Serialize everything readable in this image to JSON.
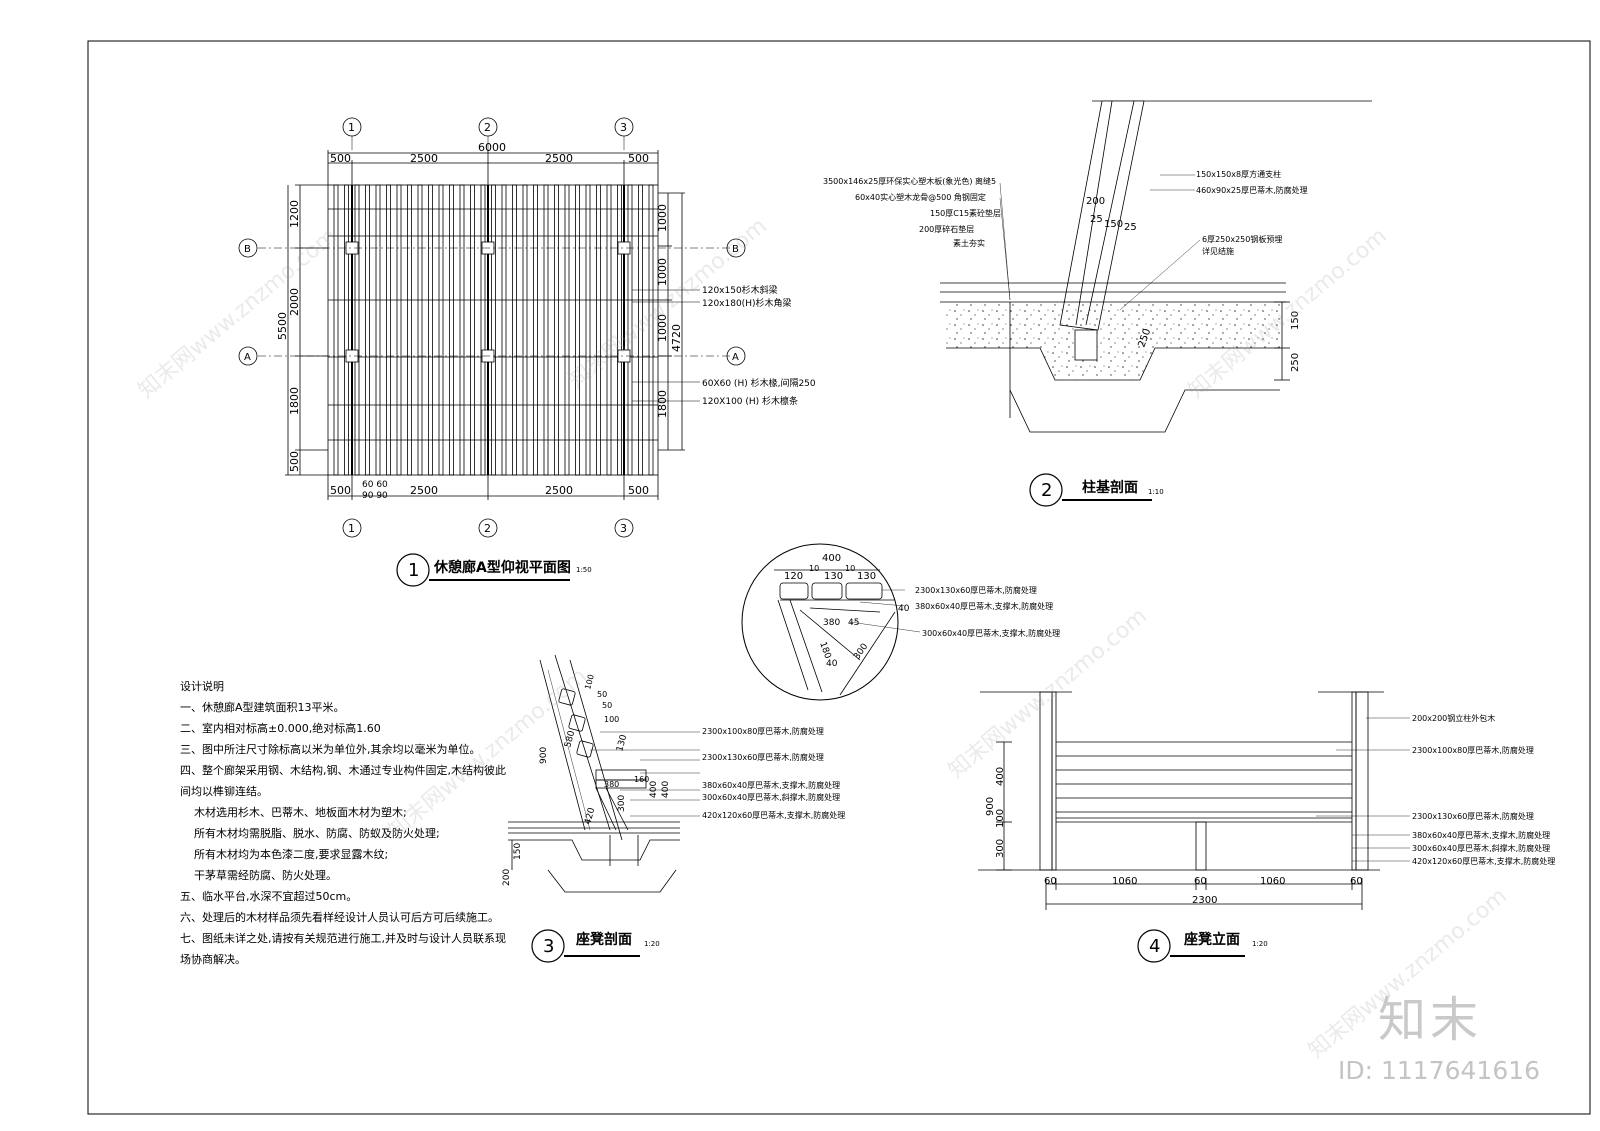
{
  "plan": {
    "grid": [
      "1",
      "2",
      "3"
    ],
    "rows": [
      "B",
      "A"
    ],
    "top_dims": [
      "500",
      "2500",
      "2500",
      "500"
    ],
    "total": "6000",
    "left_dims": [
      "1200",
      "2000",
      "1800",
      "500"
    ],
    "left_total": "5500",
    "right_dims": [
      "1000",
      "1000",
      "1000",
      "1800"
    ],
    "right_total": "4720",
    "bottom_dims": [
      "500",
      "2500",
      "2500",
      "500"
    ],
    "bottom_small": [
      "60 60",
      "90 90"
    ],
    "labels": [
      "120x150杉木斜梁",
      "120x180(H)杉木角梁",
      "60X60 (H) 杉木椽,间隔250",
      "120X100 (H) 杉木檩条"
    ],
    "title_num": "1",
    "title": "休憩廊A型仰视平面图",
    "scale": "1:50"
  },
  "base": {
    "left_labels": [
      "3500x146x25厚环保实心塑木板(象光色)  离缝5",
      "60x40实心塑木龙骨@500  角钢固定",
      "150厚C15素砼垫层",
      "200厚碎石垫层",
      "素土夯实"
    ],
    "right_labels": [
      "150x150x8厚方通支柱",
      "460x90x25厚巴蒂木,防腐处理",
      "6厚250x250钢板预埋",
      "详见结施"
    ],
    "dims": [
      "200",
      "25",
      "150",
      "25",
      "250",
      "150",
      "250"
    ],
    "title_num": "2",
    "title": "柱基剖面",
    "scale": "1:10"
  },
  "detail": {
    "dims": [
      "400",
      "120",
      "10",
      "130",
      "10",
      "130",
      "380",
      "45",
      "180",
      "40",
      "300",
      "40"
    ],
    "labels": [
      "2300x130x60厚巴蒂木,防腐处理",
      "380x60x40厚巴蒂木,支撑木,防腐处理",
      "300x60x40厚巴蒂木,支撑木,防腐处理"
    ]
  },
  "bench_section": {
    "dims": [
      "100",
      "50",
      "50",
      "100",
      "130",
      "900",
      "580",
      "380",
      "160",
      "400",
      "400",
      "300",
      "420",
      "150",
      "200"
    ],
    "labels": [
      "2300x100x80厚巴蒂木,防腐处理",
      "2300x130x60厚巴蒂木,防腐处理",
      "380x60x40厚巴蒂木,支撑木,防腐处理",
      "300x60x40厚巴蒂木,斜撑木,防腐处理",
      "420x120x60厚巴蒂木,支撑木,防腐处理"
    ],
    "title_num": "3",
    "title": "座凳剖面",
    "scale": "1:20"
  },
  "bench_elev": {
    "labels": [
      "200x200钢立柱外包木",
      "2300x100x80厚巴蒂木,防腐处理",
      "2300x130x60厚巴蒂木,防腐处理",
      "380x60x40厚巴蒂木,支撑木,防腐处理",
      "300x60x40厚巴蒂木,斜撑木,防腐处理",
      "420x120x60厚巴蒂木,支撑木,防腐处理"
    ],
    "dims": [
      "60",
      "1060",
      "60",
      "1060",
      "60",
      "2300",
      "900",
      "400",
      "100",
      "300"
    ],
    "title_num": "4",
    "title": "座凳立面",
    "scale": "1:20"
  },
  "notes": {
    "heading": "设计说明",
    "lines": [
      "一、休憩廊A型建筑面积13平米。",
      "二、室内相对标高±0.000,绝对标高1.60",
      "三、图中所注尺寸除标高以米为单位外,其余均以毫米为单位。",
      "四、整个廊架采用钢、木结构,钢、木通过专业构件固定,木结构彼此",
      "间均以榫铆连结。",
      "木材选用杉木、巴蒂木、地板面木材为塑木;",
      "所有木材均需脱脂、脱水、防腐、防蚁及防火处理;",
      "所有木材均为本色漆二度,要求显露木纹;",
      "干茅草需经防腐、防火处理。",
      "五、临水平台,水深不宜超过50cm。",
      "六、处理后的木材样品须先看样经设计人员认可后方可后续施工。",
      "七、图纸未详之处,请按有关规范进行施工,并及时与设计人员联系现",
      "场协商解决。"
    ]
  },
  "watermark": "知末网www.znzmo.com",
  "logo": "知末",
  "id_label": "ID: 1117641616"
}
